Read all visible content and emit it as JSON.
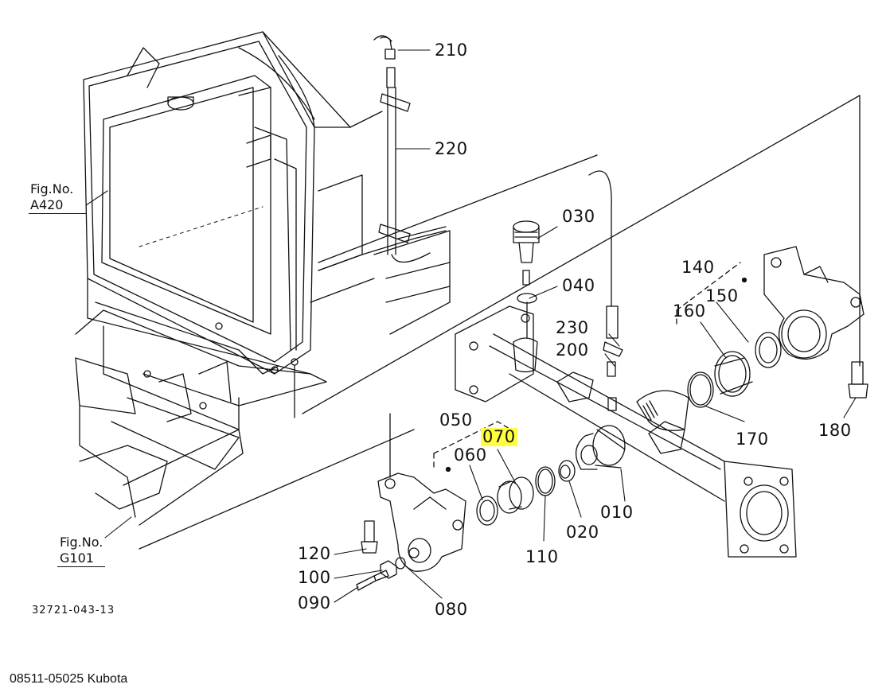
{
  "diagram": {
    "fig_refs": [
      {
        "line1": "Fig.No.",
        "line2": "A420"
      },
      {
        "line1": "Fig.No.",
        "line2": "G101"
      }
    ],
    "callouts": {
      "c210": "210",
      "c220": "220",
      "c030": "030",
      "c040": "040",
      "c230": "230",
      "c200": "200",
      "c140": "140",
      "c150": "150",
      "c160": "160",
      "c170": "170",
      "c180": "180",
      "c050": "050",
      "c070": "070",
      "c060": "060",
      "c010": "010",
      "c020": "020",
      "c110": "110",
      "c120": "120",
      "c100": "100",
      "c090": "090",
      "c080": "080"
    },
    "highlighted_part": "070",
    "highlight_color": "#ffff40",
    "drawing_number": "32721-043-13",
    "caption": "08511-05025 Kubota"
  }
}
